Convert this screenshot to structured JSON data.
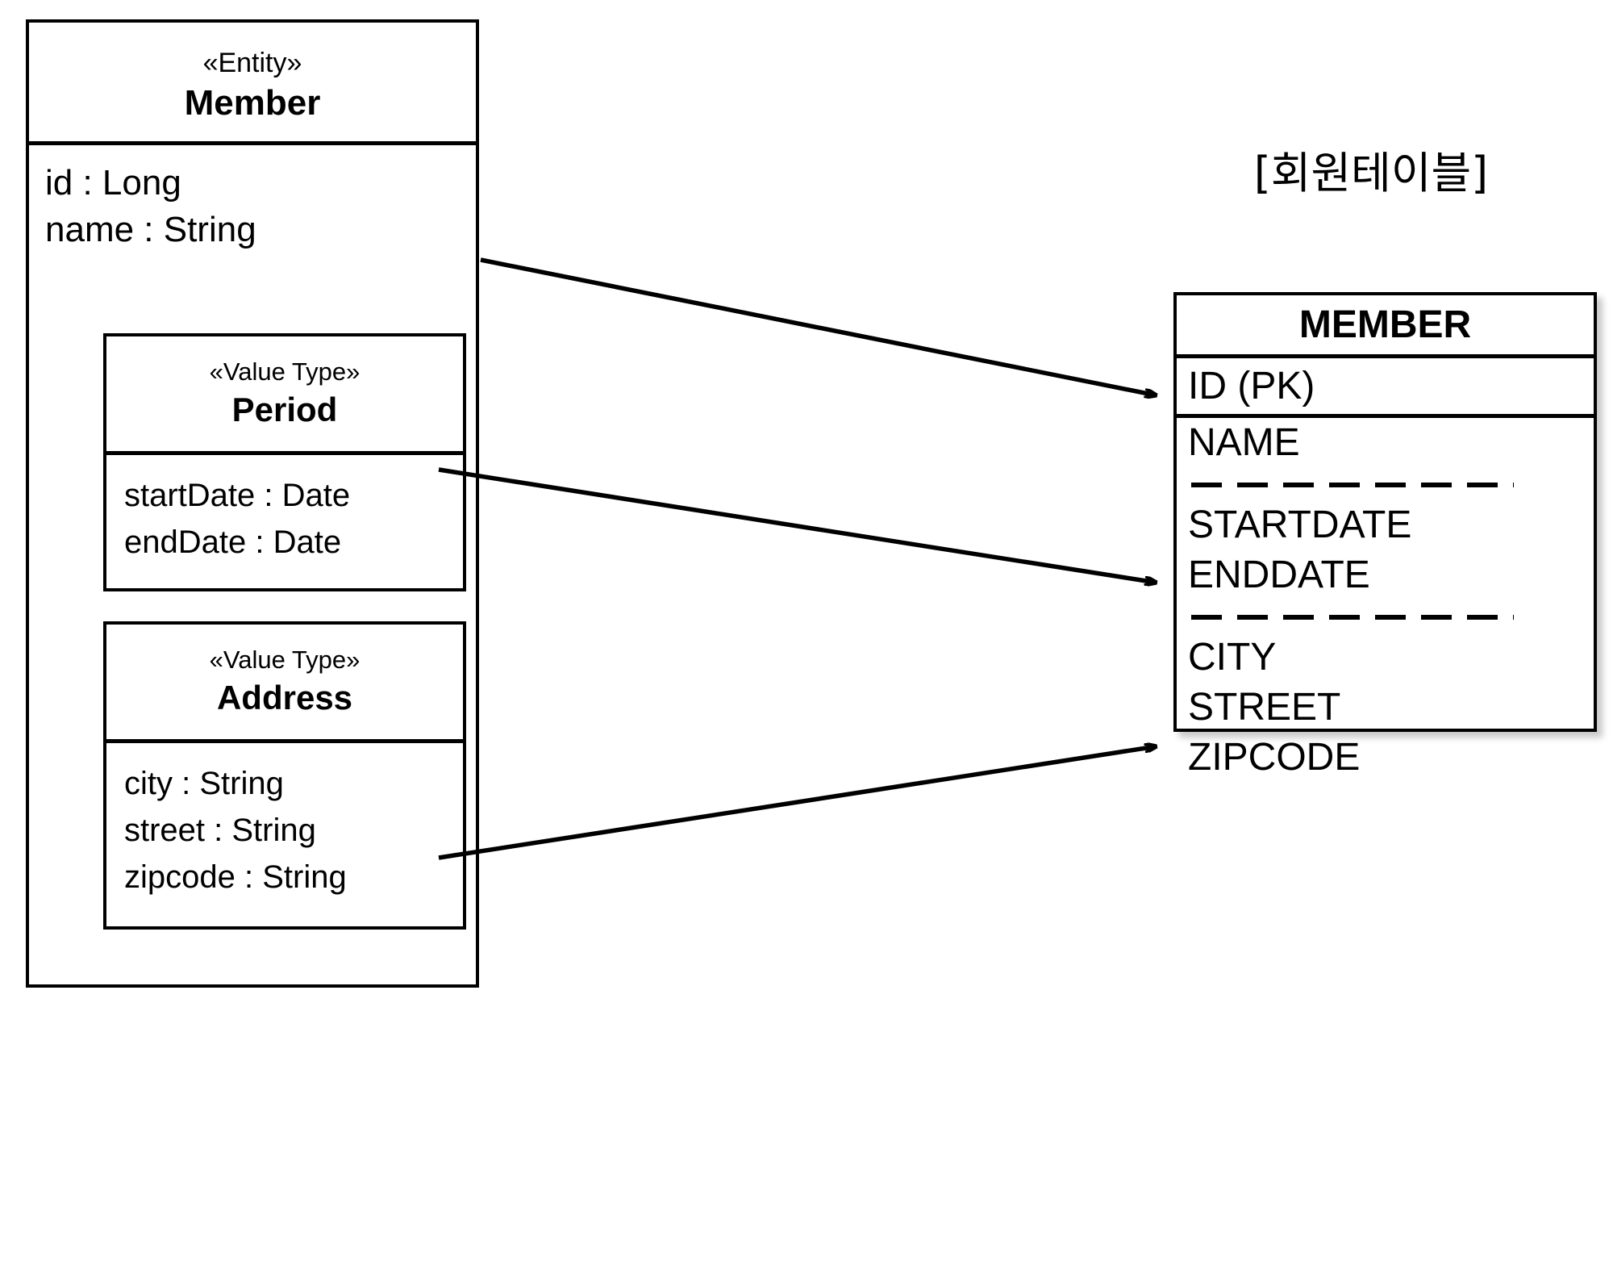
{
  "diagram": {
    "type": "uml-object-relational-mapping",
    "entity": {
      "stereotype": "«Entity»",
      "name": "Member",
      "attributes": [
        "id : Long",
        "name : String"
      ],
      "value_types": [
        {
          "stereotype": "«Value Type»",
          "name": "Period",
          "attributes": [
            "startDate : Date",
            "endDate : Date"
          ]
        },
        {
          "stereotype": "«Value Type»",
          "name": "Address",
          "attributes": [
            "city : String",
            "street : String",
            "zipcode : String"
          ]
        }
      ]
    },
    "table": {
      "title": "[회원테이블]",
      "name": "MEMBER",
      "primary_key_column": "ID (PK)",
      "groups": [
        {
          "columns": [
            "NAME"
          ],
          "separator_after": true
        },
        {
          "columns": [
            "STARTDATE",
            "ENDDATE"
          ],
          "separator_after": true
        },
        {
          "columns": [
            "CITY",
            "STREET",
            "ZIPCODE"
          ],
          "separator_after": false
        }
      ]
    },
    "connections": [
      {
        "from": "Member attributes",
        "to": "ID (PK)"
      },
      {
        "from": "Period",
        "to": "STARTDATE"
      },
      {
        "from": "Address",
        "to": "CITY"
      }
    ],
    "colors": {
      "stroke": "#000000",
      "background": "#ffffff"
    }
  }
}
